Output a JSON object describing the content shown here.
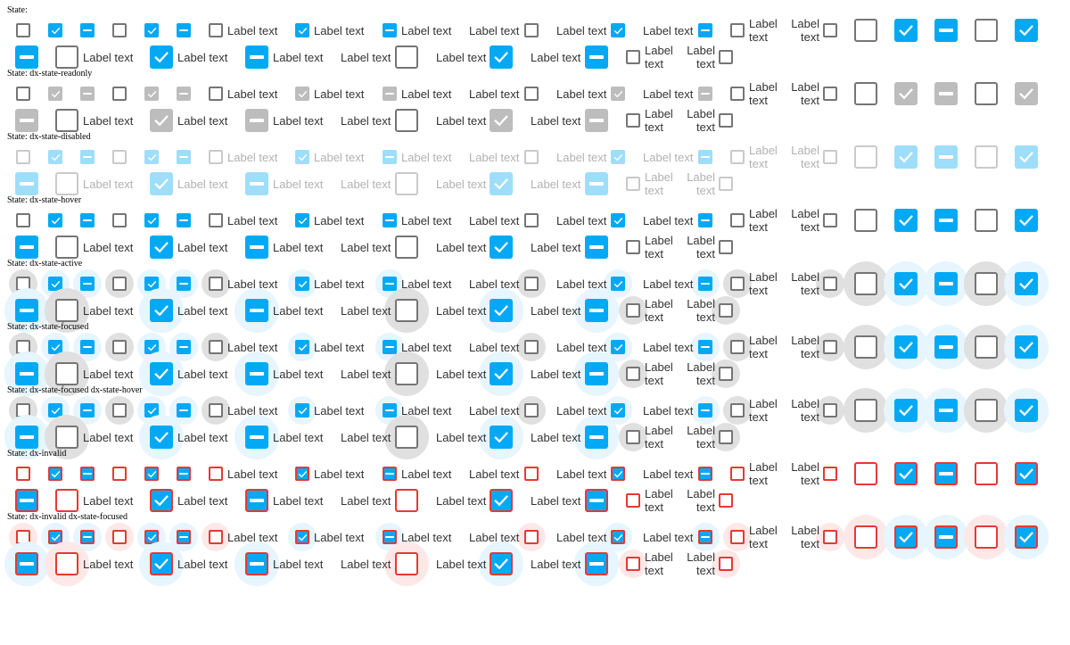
{
  "label": "Label text",
  "label_wrapped_line1": "Label",
  "label_wrapped_line2": "text",
  "colors": {
    "accent": "#03a9f4",
    "border": "#757575",
    "readonly_fill": "#bdbdbd",
    "invalid": "#e53935",
    "text": "#333333",
    "hover_halo": "#e6f5fe",
    "active_unchecked_halo": "#e0e0e0",
    "invalid_halo": "#fde8e8"
  },
  "states": [
    {
      "title": "State:",
      "variant": "normal"
    },
    {
      "title": "State: dx-state-readonly",
      "variant": "readonly"
    },
    {
      "title": "State: dx-state-disabled",
      "variant": "disabled"
    },
    {
      "title": "State: dx-state-hover",
      "variant": "normal"
    },
    {
      "title": "State: dx-state-active",
      "variant": "active"
    },
    {
      "title": "State: dx-state-focused",
      "variant": "active"
    },
    {
      "title": "State: dx-state-focused dx-state-hover",
      "variant": "active"
    },
    {
      "title": "State: dx-invalid",
      "variant": "invalid"
    },
    {
      "title": "State: dx-invalid dx-state-focused",
      "variant": "invalid-focused"
    }
  ],
  "checkbox_sequence": [
    {
      "value": "unchecked",
      "size": "small",
      "label": "none"
    },
    {
      "value": "checked",
      "size": "small",
      "label": "none"
    },
    {
      "value": "indeterminate",
      "size": "small",
      "label": "none"
    },
    {
      "value": "unchecked",
      "size": "small",
      "label": "none"
    },
    {
      "value": "checked",
      "size": "small",
      "label": "none"
    },
    {
      "value": "indeterminate",
      "size": "small",
      "label": "none"
    },
    {
      "value": "unchecked",
      "size": "small",
      "label": "after"
    },
    {
      "value": "checked",
      "size": "small",
      "label": "after"
    },
    {
      "value": "indeterminate",
      "size": "small",
      "label": "after"
    },
    {
      "value": "unchecked",
      "size": "small",
      "label": "before"
    },
    {
      "value": "checked",
      "size": "small",
      "label": "before"
    },
    {
      "value": "indeterminate",
      "size": "small",
      "label": "before"
    },
    {
      "value": "unchecked",
      "size": "small",
      "label": "after-wrapped"
    },
    {
      "value": "unchecked",
      "size": "small",
      "label": "before-wrapped"
    },
    {
      "value": "unchecked",
      "size": "large",
      "label": "none"
    },
    {
      "value": "checked",
      "size": "large",
      "label": "none"
    },
    {
      "value": "indeterminate",
      "size": "large",
      "label": "none"
    },
    {
      "value": "unchecked",
      "size": "large",
      "label": "none"
    },
    {
      "value": "checked",
      "size": "large",
      "label": "none"
    },
    {
      "value": "indeterminate",
      "size": "large",
      "label": "none"
    },
    {
      "value": "unchecked",
      "size": "large",
      "label": "after"
    },
    {
      "value": "checked",
      "size": "large",
      "label": "after"
    },
    {
      "value": "indeterminate",
      "size": "large",
      "label": "after"
    },
    {
      "value": "unchecked",
      "size": "large",
      "label": "before"
    },
    {
      "value": "checked",
      "size": "large",
      "label": "before"
    },
    {
      "value": "indeterminate",
      "size": "large",
      "label": "before"
    },
    {
      "value": "unchecked",
      "size": "small",
      "label": "after-wrapped"
    },
    {
      "value": "unchecked",
      "size": "small",
      "label": "before-wrapped"
    }
  ]
}
